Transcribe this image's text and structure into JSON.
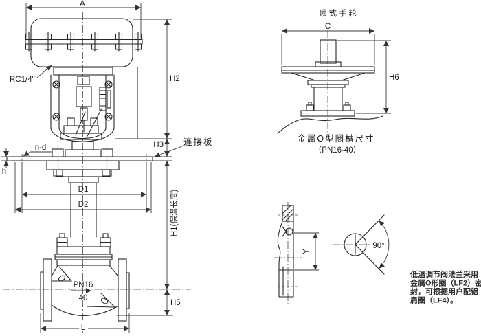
{
  "main_view": {
    "labels": {
      "dim_a": "A",
      "rc_port": "RC1/4\"",
      "dim_h2": "H2",
      "dim_h3": "H3",
      "plate": "连接板",
      "nd": "n-d",
      "h": "h",
      "dim_d1": "D1",
      "dim_d2": "D2",
      "dim_h1": "H1(保温长度)",
      "dim_h5": "H5",
      "pn_rating": "PN16",
      "dn_size": "40",
      "dim_l": "L"
    }
  },
  "handwheel_view": {
    "title": "顶式手轮",
    "labels": {
      "dim_c": "C",
      "dim_h6": "H6"
    }
  },
  "oring_view": {
    "caption_line1": "金属O型圈槽尺寸",
    "caption_line2": "（PN16-40）",
    "labels": {
      "dim_y": "Y",
      "angle": "90°"
    }
  },
  "note": {
    "line1": "低温调节阀法兰采用",
    "line2": "金属O形圈（LF2）密",
    "line3": "封，可根据用户配铝",
    "line4": "肩圈（LF4）。"
  }
}
